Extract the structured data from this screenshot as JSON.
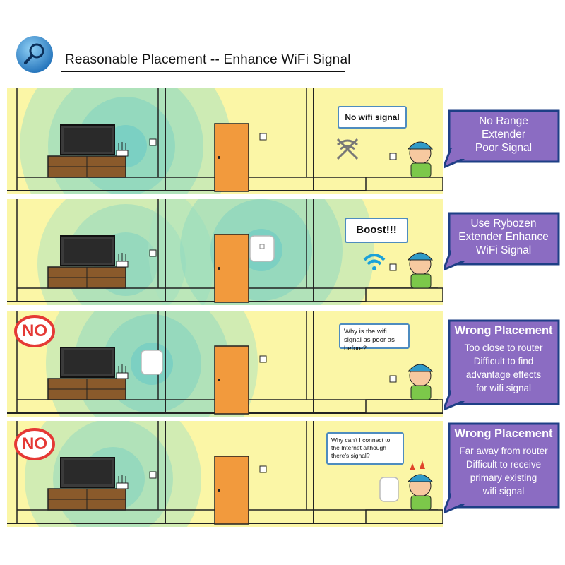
{
  "header": {
    "title": "Reasonable Placement -- Enhance WiFi Signal",
    "icon": "magnifier-icon"
  },
  "colors": {
    "scene_bg": "#fbf6a6",
    "signal": "#7fd3bd",
    "callout": "#8b6cc2",
    "callout_border": "#1e3f86",
    "no_badge": "#e53935",
    "door": "#f29a3d"
  },
  "panels": [
    {
      "bubble": "No wifi signal",
      "callout_lines": [
        "No Range",
        "Extender",
        "Poor Signal"
      ]
    },
    {
      "bubble": "Boost!!!",
      "callout_lines": [
        "Use Rybozen",
        "Extender Enhance",
        "WiFi Signal"
      ]
    },
    {
      "badge": "NO",
      "bubble": "Why is the wifi signal as poor as before?",
      "callout_heading": "Wrong Placement",
      "callout_lines": [
        "Too close to router",
        "Difficult to find",
        "advantage effects",
        "for wifi signal"
      ]
    },
    {
      "badge": "NO",
      "bubble": "Why can't I connect to the Internet although there's signal?",
      "callout_heading": "Wrong Placement",
      "callout_lines": [
        "Far away from router",
        "Difficult to receive",
        "primary existing",
        "wifi signal"
      ]
    }
  ]
}
